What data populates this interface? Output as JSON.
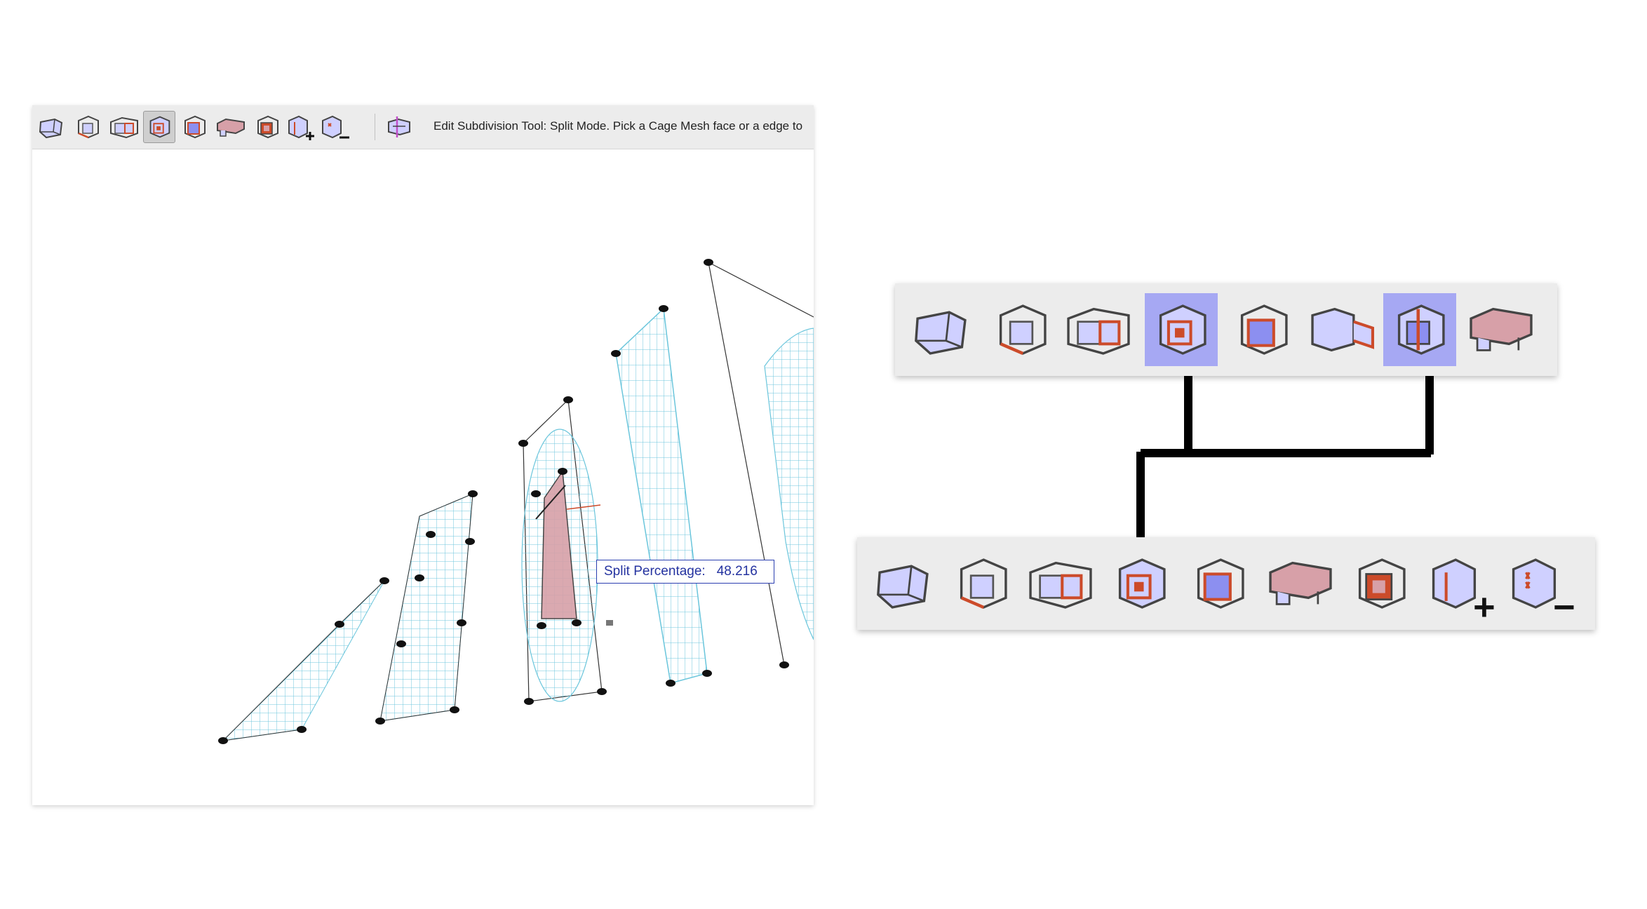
{
  "status_bar": {
    "message": "Edit Subdivision Tool: Split Mode. Pick a Cage Mesh face or a edge to"
  },
  "tooltip": {
    "label": "Split Percentage:",
    "value": "48.216"
  },
  "toolbar_small": {
    "buttons": [
      {
        "icon": "cage-box-icon",
        "active": false
      },
      {
        "icon": "cage-edge-icon",
        "active": false
      },
      {
        "icon": "cage-double-box-icon",
        "active": false
      },
      {
        "icon": "cage-split-face-icon",
        "active": true
      },
      {
        "icon": "cage-face-icon",
        "active": false
      },
      {
        "icon": "cage-extrude-icon",
        "active": false
      },
      {
        "icon": "cage-inset-icon",
        "active": false
      },
      {
        "icon": "cage-add-icon",
        "active": false
      },
      {
        "icon": "cage-remove-icon",
        "active": false
      },
      {
        "icon": "cage-toggle-icon",
        "active": false
      }
    ]
  },
  "toolbar_top_zoom": {
    "buttons": [
      {
        "icon": "cage-box-icon",
        "highlighted": false
      },
      {
        "icon": "cage-edge-icon",
        "highlighted": false
      },
      {
        "icon": "cage-double-box-icon",
        "highlighted": false
      },
      {
        "icon": "cage-split-face-icon",
        "highlighted": true
      },
      {
        "icon": "cage-face-icon",
        "highlighted": false
      },
      {
        "icon": "cage-extrude-icon",
        "highlighted": false
      },
      {
        "icon": "cage-split-edge-icon",
        "highlighted": true
      },
      {
        "icon": "cage-bridge-icon",
        "highlighted": false
      }
    ]
  },
  "toolbar_bottom_zoom": {
    "buttons": [
      {
        "icon": "cage-box-icon"
      },
      {
        "icon": "cage-edge-icon"
      },
      {
        "icon": "cage-double-box-icon"
      },
      {
        "icon": "cage-split-face-icon"
      },
      {
        "icon": "cage-face-icon"
      },
      {
        "icon": "cage-bridge-icon"
      },
      {
        "icon": "cage-inset-icon"
      },
      {
        "icon": "cage-add-icon"
      },
      {
        "icon": "cage-remove-icon"
      }
    ]
  },
  "colors": {
    "mesh_line": "#6cc6dc",
    "cage_edge": "#cc4b2a",
    "face_fill": "#cfd0ff",
    "highlight": "#a6a8f3",
    "selected_face": "#d7a0a8"
  }
}
